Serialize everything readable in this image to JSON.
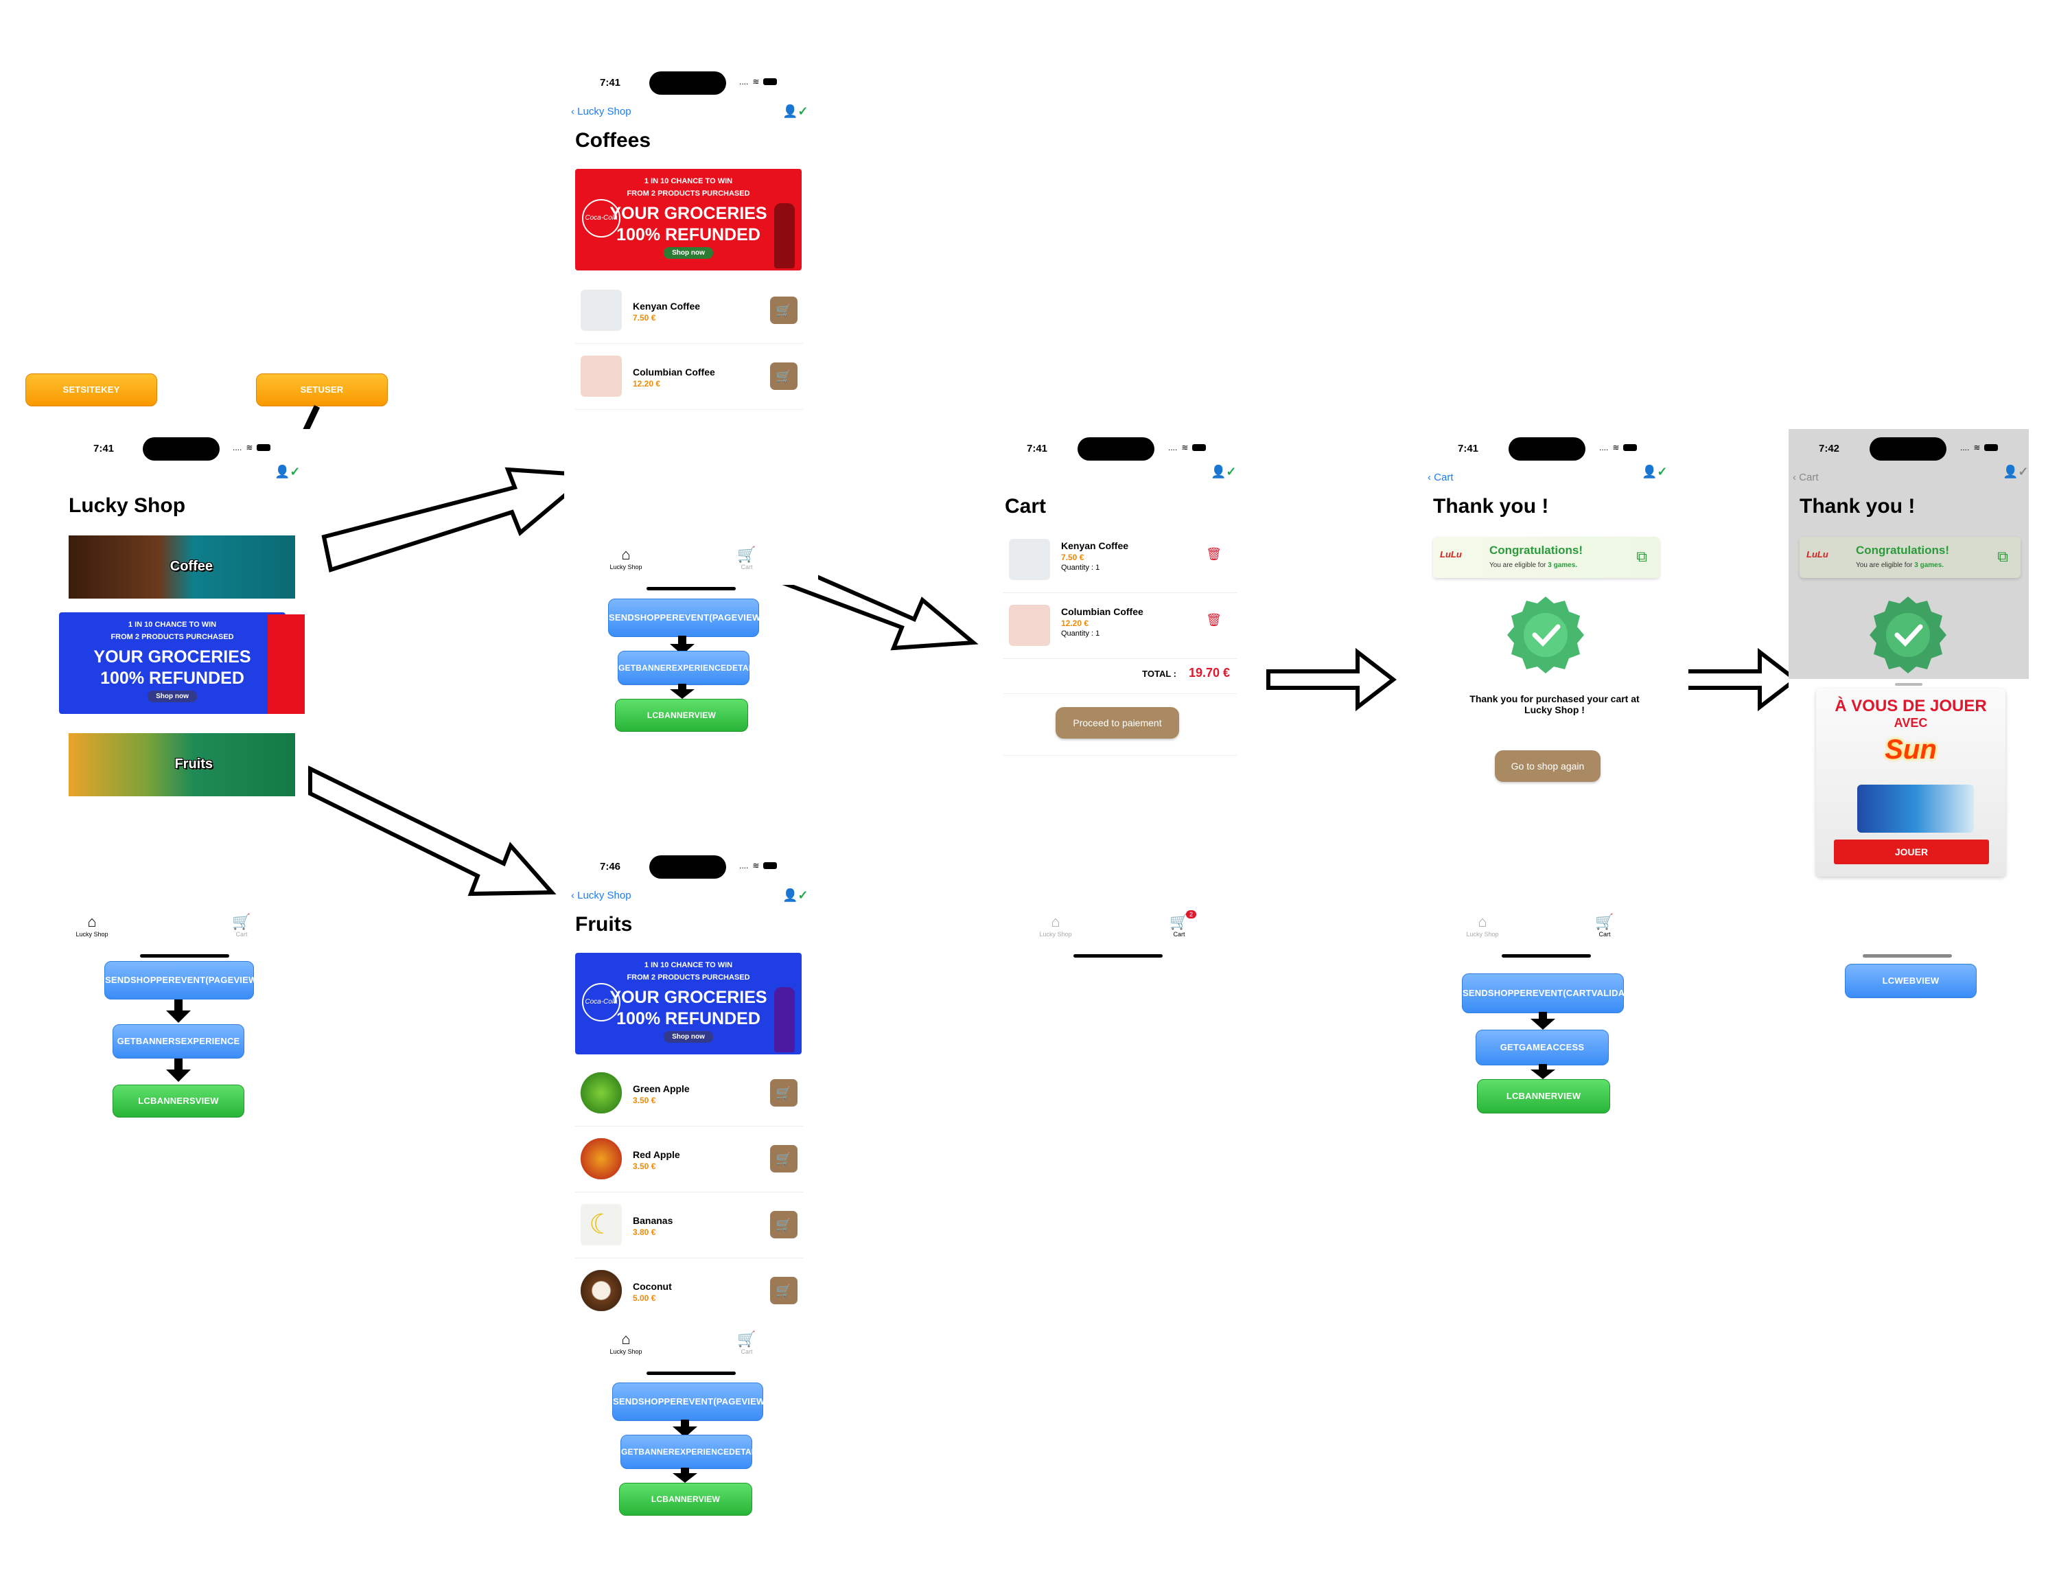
{
  "flow_buttons": {
    "setsitekey": "SETSITEKEY",
    "setuser": "SETUSER",
    "home_steps": [
      "SENDSHOPPEREVENT(PAGEVIEWVED)",
      "GETBANNERSEXPERIENCE",
      "LCBANNERSVIEW"
    ],
    "coffees_steps": [
      "SENDSHOPPEREVENT(PAGEVIEWVED)",
      "GETBANNEREXPERIENCEDETAILS",
      "LCBANNERVIEW"
    ],
    "fruits_steps": [
      "SENDSHOPPEREVENT(PAGEVIEWVED)",
      "GETBANNEREXPERIENCEDETAILS",
      "LCBANNERVIEW"
    ],
    "thankyou_steps": [
      "SENDSHOPPEREVENT(CARTVALIDATED)",
      "GETGAMEACCESS",
      "LCBANNERVIEW"
    ],
    "game_steps": [
      "LCWEBVIEW"
    ]
  },
  "coca_banner": {
    "line1": "1 IN 10 CHANCE TO WIN",
    "line2": "FROM 2 PRODUCTS PURCHASED",
    "big1": "YOUR GROCERIES",
    "big2": "100% REFUNDED",
    "cta": "Shop now",
    "logo_text": "Coca-Cola"
  },
  "home": {
    "time": "7:41",
    "title": "Lucky Shop",
    "categories": [
      {
        "label": "Coffee"
      },
      {
        "label": "Fruits"
      }
    ],
    "tabs": [
      "Lucky Shop",
      "Cart"
    ]
  },
  "coffees": {
    "time": "7:41",
    "back": "Lucky Shop",
    "title": "Coffees",
    "products": [
      {
        "name": "Kenyan Coffee",
        "price": "7.50 €"
      },
      {
        "name": "Columbian Coffee",
        "price": "12.20 €"
      }
    ],
    "tabs": [
      "Lucky Shop",
      "Cart"
    ]
  },
  "fruits": {
    "time": "7:46",
    "back": "Lucky Shop",
    "title": "Fruits",
    "products": [
      {
        "name": "Green Apple",
        "price": "3.50 €"
      },
      {
        "name": "Red Apple",
        "price": "3.50 €"
      },
      {
        "name": "Bananas",
        "price": "3.80 €"
      },
      {
        "name": "Coconut",
        "price": "5.00 €"
      }
    ],
    "tabs": [
      "Lucky Shop",
      "Cart"
    ]
  },
  "cart": {
    "time": "7:41",
    "title": "Cart",
    "items": [
      {
        "name": "Kenyan Coffee",
        "price": "7.50 €",
        "qty": "Quantity : 1"
      },
      {
        "name": "Columbian Coffee",
        "price": "12.20 €",
        "qty": "Quantity : 1"
      }
    ],
    "total_label": "TOTAL :",
    "total_value": "19.70 €",
    "proceed": "Proceed to paiement",
    "badge": "2",
    "tabs": [
      "Lucky Shop",
      "Cart"
    ]
  },
  "thanks": {
    "time": "7:41",
    "back": "Cart",
    "title": "Thank you !",
    "congrats_title": "Congratulations!",
    "congrats_sub_prefix": "You are eligible for ",
    "congrats_sub_bold": "3 games.",
    "lulu": "LuLu",
    "message": "Thank you for purchased your cart at Lucky Shop !",
    "again": "Go to shop again",
    "tabs": [
      "Lucky Shop",
      "Cart"
    ]
  },
  "game": {
    "time": "7:42",
    "back": "Cart",
    "title": "Thank you !",
    "congrats_title": "Congratulations!",
    "congrats_sub_prefix": "You are eligible for ",
    "congrats_sub_bold": "3 games.",
    "lulu": "LuLu",
    "headline1": "À VOUS DE JOUER",
    "headline2": "AVEC",
    "brand": "Sun",
    "play": "JOUER"
  },
  "colors": {
    "orange_price": "#f08a00",
    "brown_btn": "#9c7a55",
    "green_check": "#2a9a3a",
    "red_total": "#e0182d",
    "coca_red": "#e8101c",
    "coca_blue": "#1e3de0"
  }
}
